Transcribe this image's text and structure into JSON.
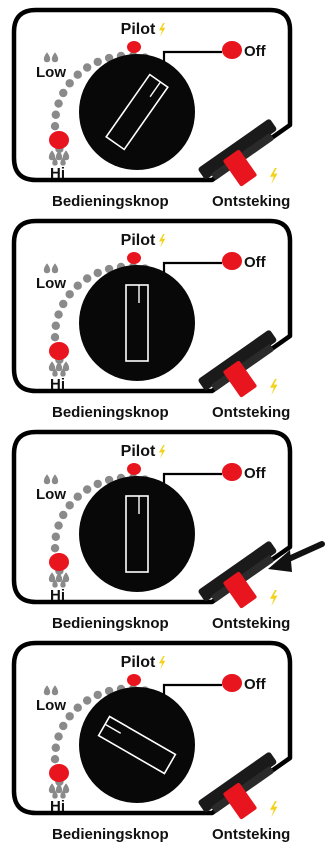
{
  "panels": [
    {
      "knob_angle": 35,
      "arrow_visible": false,
      "labels": {
        "pilot": "Pilot",
        "off": "Off",
        "low": "Low",
        "hi": "Hi",
        "control_knob": "Bedieningsknop",
        "ignition": "Ontsteking"
      }
    },
    {
      "knob_angle": 0,
      "arrow_visible": false,
      "labels": {
        "pilot": "Pilot",
        "off": "Off",
        "low": "Low",
        "hi": "Hi",
        "control_knob": "Bedieningsknop",
        "ignition": "Ontsteking"
      }
    },
    {
      "knob_angle": 0,
      "arrow_visible": true,
      "labels": {
        "pilot": "Pilot",
        "off": "Off",
        "low": "Low",
        "hi": "Hi",
        "control_knob": "Bedieningsknop",
        "ignition": "Ontsteking"
      }
    },
    {
      "knob_angle": -60,
      "arrow_visible": false,
      "labels": {
        "pilot": "Pilot",
        "off": "Off",
        "low": "Low",
        "hi": "Hi",
        "control_knob": "Bedieningsknop",
        "ignition": "Ontsteking"
      }
    }
  ],
  "colors": {
    "marker_red": "#e8141e",
    "spark_yellow": "#f2d21b",
    "knob_black": "#080808",
    "dots_gray": "#8a8a8a",
    "outline": "#000000"
  },
  "icons": [
    "flame-drop-icon",
    "spark-icon",
    "pointer-arrow-icon"
  ]
}
